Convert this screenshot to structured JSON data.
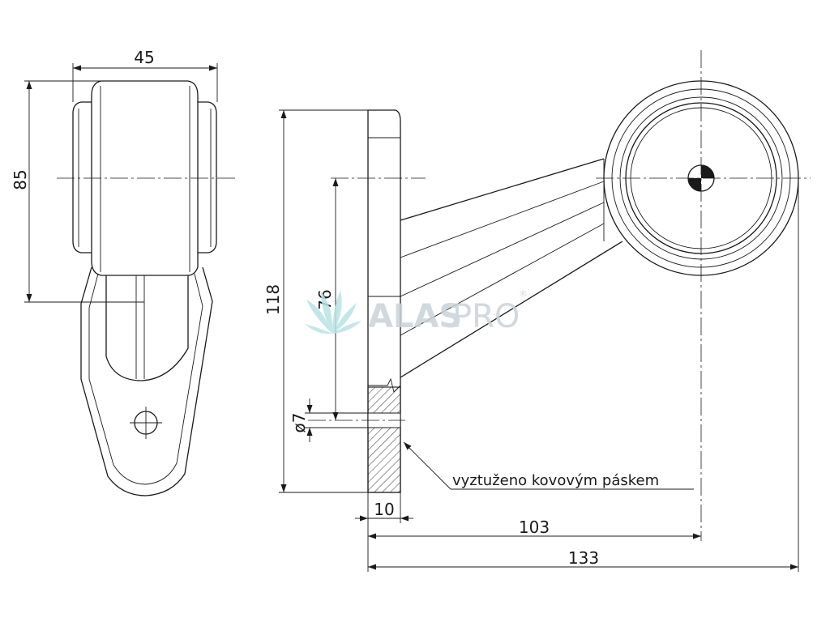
{
  "dimensions": {
    "width_top": "45",
    "height_left": "85",
    "height_total": "118",
    "hole_spacing": "76",
    "hole_diameter": "ø7",
    "base_thickness": "10",
    "center_distance": "103",
    "overall_length": "133"
  },
  "annotation": {
    "reinforcement_note": "vyztuženo kovovým páskem"
  },
  "watermark": {
    "brand_part1": "ALAS",
    "brand_part2": "PRO",
    "registered_mark": "®"
  },
  "colors": {
    "line": "#1a1a1a",
    "watermark": "#c9d3d9",
    "watermark_leaf": "#b9e3e6"
  }
}
